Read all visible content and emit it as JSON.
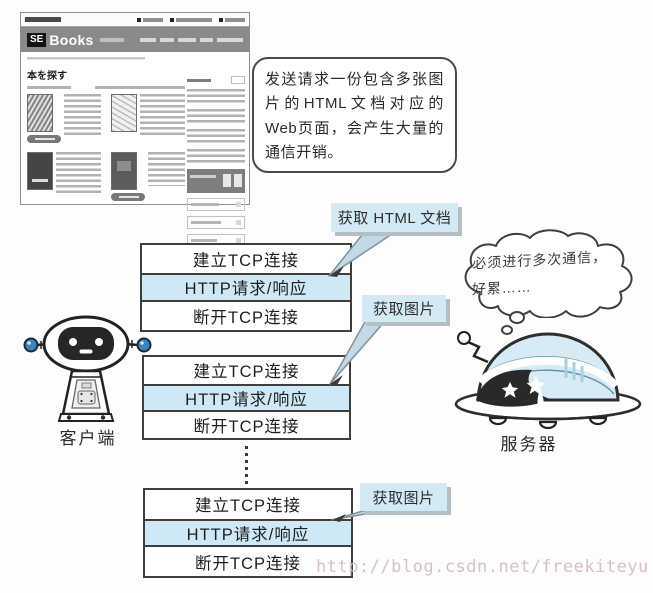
{
  "colors": {
    "highlight_blue": "#cfe8f5",
    "callout_blue": "#d3e9f4",
    "callout_shadow": "#b4bfc4",
    "box_border": "#3e3e3e",
    "antenna_blue": "#3d85c0",
    "dome_blue": "#d7ebf6",
    "header_gray": "#8a8a8a",
    "watermark_pink": "#d5c2c2"
  },
  "webpage": {
    "logo_se": "SE",
    "logo_books": "Books",
    "heading": "本を探す"
  },
  "speech_bubble": {
    "text": "发送请求一份包含多张图片的HTML文档对应的Web页面，会产生大量的通信开销。"
  },
  "callouts": {
    "get_html": "获取 HTML 文档",
    "get_image_1": "获取图片",
    "get_image_2": "获取图片"
  },
  "tcp_sequence": {
    "establish": "建立TCP连接",
    "http": "HTTP请求/响应",
    "close": "断开TCP连接"
  },
  "labels": {
    "client": "客户端",
    "server": "服务器"
  },
  "thought_bubble": {
    "line1": "必须进行多次通信，",
    "line2": "好累……"
  },
  "watermark": "http://blog.csdn.net/freekiteyu",
  "icons": {
    "client_robot_icon": "cartoon robot client with antennas",
    "server_ufo_icon": "dome shaped server character",
    "thought_cloud_icon": "cloud shaped thought bubble",
    "callout_tail_icon": "pointer tail from label to HTTP row",
    "ellipsis_icon": "vertical dotted continuation marks"
  }
}
